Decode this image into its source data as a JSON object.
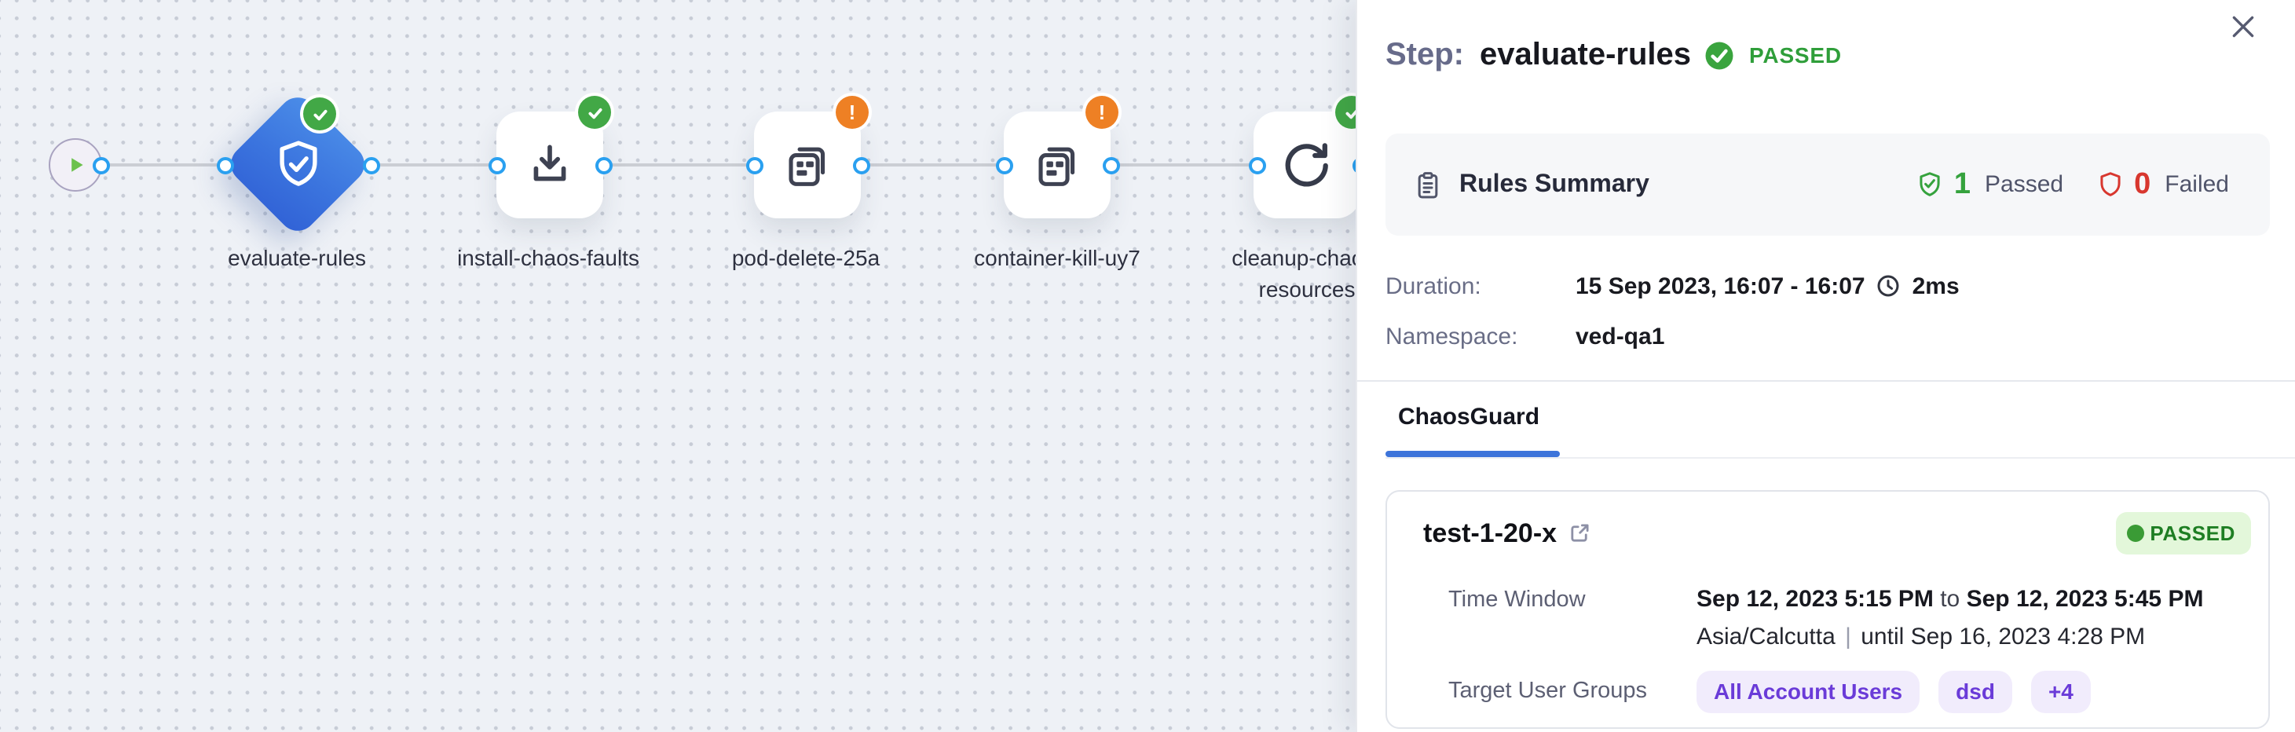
{
  "canvas": {
    "nodes": {
      "evaluate": {
        "label": "evaluate-rules",
        "status": "passed"
      },
      "install": {
        "label": "install-chaos-faults",
        "status": "passed"
      },
      "pod": {
        "label": "pod-delete-25a",
        "status": "warning"
      },
      "container": {
        "label": "container-kill-uy7",
        "status": "warning"
      },
      "cleanup": {
        "label": "cleanup-chaos-resources",
        "status": "passed"
      }
    },
    "warning_glyph": "!"
  },
  "panel": {
    "header": {
      "prefix": "Step:",
      "title": "evaluate-rules",
      "status": "PASSED"
    },
    "rules_summary": {
      "title": "Rules Summary",
      "passed_count": "1",
      "passed_label": "Passed",
      "failed_count": "0",
      "failed_label": "Failed"
    },
    "details": {
      "duration_label": "Duration:",
      "duration_value": "15 Sep 2023, 16:07 - 16:07",
      "duration_elapsed": "2ms",
      "namespace_label": "Namespace:",
      "namespace_value": "ved-qa1"
    },
    "tabs": {
      "chaosguard": "ChaosGuard"
    },
    "card": {
      "title": "test-1-20-x",
      "status": "PASSED",
      "time_window_label": "Time Window",
      "time_start": "Sep 12, 2023 5:15 PM",
      "time_connector": "to",
      "time_end": "Sep 12, 2023 5:45 PM",
      "timezone": "Asia/Calcutta",
      "separator": "|",
      "until": "until Sep 16, 2023 4:28 PM",
      "groups_label": "Target User Groups",
      "groups": [
        "All Account Users",
        "dsd",
        "+4"
      ]
    }
  },
  "colors": {
    "passed_green": "#42a846",
    "passed_text_green": "#2f9e3a",
    "failed_red": "#d8372f",
    "warning_orange": "#ee8024",
    "node_blue_top": "#4b8de8",
    "node_blue_bottom": "#3162d6",
    "port_blue": "#2aa0f0",
    "tab_accent_blue": "#3d74da",
    "group_pill_purple": "#6a3bd8",
    "canvas_bg": "#eef1f6"
  }
}
